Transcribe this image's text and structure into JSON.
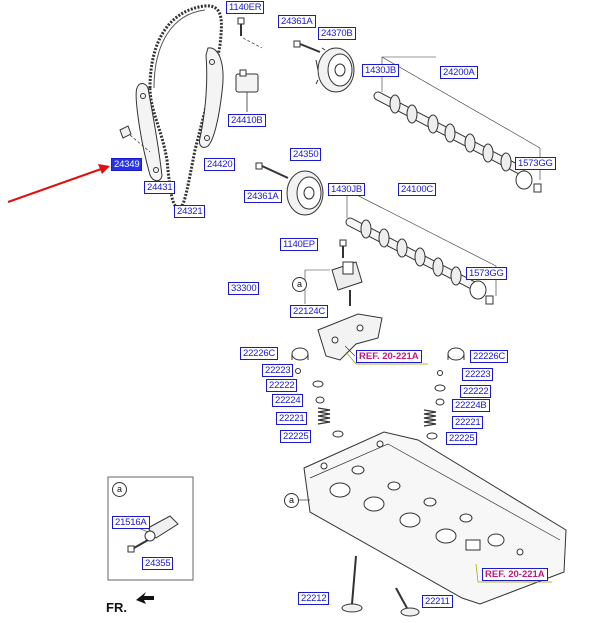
{
  "labels": {
    "l_1140ER": "1140ER",
    "l_24361A_top": "24361A",
    "l_24370B": "24370B",
    "l_1430JB_top": "1430JB",
    "l_24200A": "24200A",
    "l_24410B": "24410B",
    "l_1573GG_top": "1573GG",
    "l_24349": "24349",
    "l_24420": "24420",
    "l_24350": "24350",
    "l_24431": "24431",
    "l_24361A_mid": "24361A",
    "l_1430JB_mid": "1430JB",
    "l_24100C": "24100C",
    "l_24321": "24321",
    "l_1140EP": "1140EP",
    "l_1573GG_mid": "1573GG",
    "l_33300": "33300",
    "l_22124C": "22124C",
    "l_22226C_left": "22226C",
    "l_22226C_right": "22226C",
    "l_22223_left": "22223",
    "l_22223_right": "22223",
    "l_22222_left": "22222",
    "l_22222_right": "22222",
    "l_22224_left": "22224",
    "l_22224B": "22224B",
    "l_22221_left": "22221",
    "l_22221_right": "22221",
    "l_22225_left": "22225",
    "l_22225_right": "22225",
    "l_21516A": "21516A",
    "l_24355": "24355",
    "l_22212": "22212",
    "l_22211": "22211"
  },
  "refs": {
    "ref_top": "REF. 20-221A",
    "ref_bottom": "REF. 20-221A"
  },
  "circle_marker": "a",
  "front_label": "FR.",
  "colors": {
    "label_blue": "#1a1acc",
    "highlight_fill": "#2433e6",
    "ref_magenta": "#c0187a",
    "arrow_red": "#e01010"
  }
}
